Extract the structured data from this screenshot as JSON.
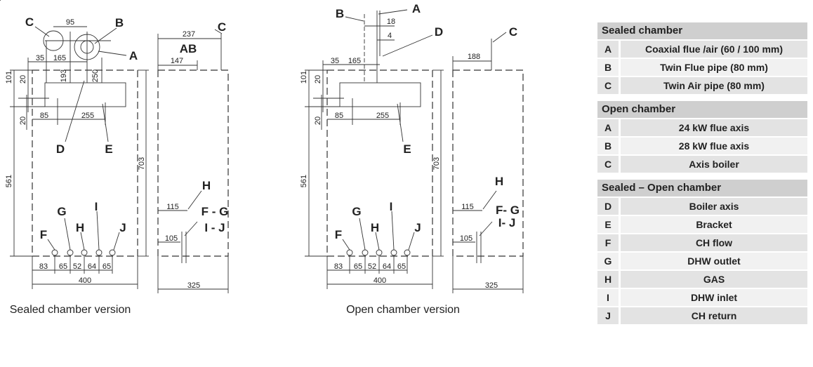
{
  "sealed": {
    "caption": "Sealed chamber version",
    "labels": {
      "A": "A",
      "B": "B",
      "C": "C",
      "C2": "C",
      "D": "D",
      "E": "E",
      "F": "F",
      "G": "G",
      "H": "H",
      "I": "I",
      "J": "J",
      "H2": "H",
      "FG": "F - G",
      "IJ": "I - J",
      "AB": "AB"
    },
    "dims": {
      "d95": "95",
      "d35": "35",
      "d165": "165",
      "d193": "193",
      "d250": "250",
      "d101": "101",
      "d20a": "20",
      "d20b": "20",
      "d85": "85",
      "d255": "255",
      "d561": "561",
      "d703": "703",
      "d83": "83",
      "d65a": "65",
      "d52": "52",
      "d64": "64",
      "d65b": "65",
      "d400": "400",
      "d237": "237",
      "d147": "147",
      "d115": "115",
      "d105": "105",
      "d325": "325"
    }
  },
  "open": {
    "caption": "Open chamber version",
    "labels": {
      "A": "A",
      "B": "B",
      "C": "C",
      "D": "D",
      "E": "E",
      "F": "F",
      "G": "G",
      "H": "H",
      "I": "I",
      "J": "J",
      "H2": "H",
      "FG": "F- G",
      "IJ": "I- J"
    },
    "dims": {
      "d18": "18",
      "d4": "4",
      "d35": "35",
      "d165": "165",
      "d101": "101",
      "d20a": "20",
      "d20b": "20",
      "d85": "85",
      "d255": "255",
      "d561": "561",
      "d703": "703",
      "d83": "83",
      "d65a": "65",
      "d52": "52",
      "d64": "64",
      "d65b": "65",
      "d400": "400",
      "d188": "188",
      "d115": "115",
      "d105": "105",
      "d325": "325"
    }
  },
  "legend": [
    {
      "title": "Sealed chamber",
      "rows": [
        {
          "key": "A",
          "text": "Coaxial flue /air (60 / 100 mm)"
        },
        {
          "key": "B",
          "text": "Twin Flue pipe (80 mm)"
        },
        {
          "key": "C",
          "text": "Twin Air pipe (80 mm)"
        }
      ]
    },
    {
      "title": "Open chamber",
      "rows": [
        {
          "key": "A",
          "text": "24 kW flue axis"
        },
        {
          "key": "B",
          "text": "28 kW flue axis"
        },
        {
          "key": "C",
          "text": "Axis boiler"
        }
      ]
    },
    {
      "title": "Sealed – Open chamber",
      "rows": [
        {
          "key": "D",
          "text": "Boiler axis"
        },
        {
          "key": "E",
          "text": "Bracket"
        },
        {
          "key": "F",
          "text": "CH flow"
        },
        {
          "key": "G",
          "text": "DHW outlet"
        },
        {
          "key": "H",
          "text": "GAS"
        },
        {
          "key": "I",
          "text": "DHW inlet"
        },
        {
          "key": "J",
          "text": "CH return"
        }
      ]
    }
  ]
}
